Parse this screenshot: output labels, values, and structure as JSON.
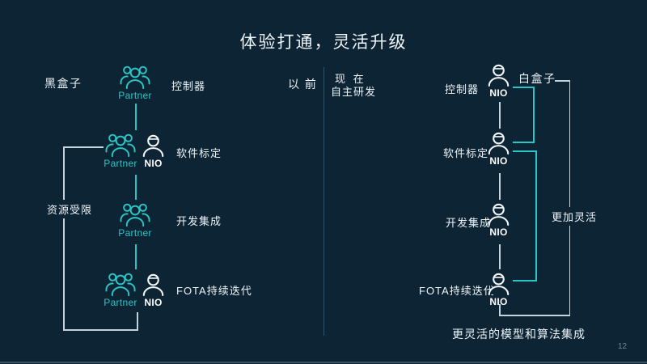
{
  "title": "体验打通，灵活升级",
  "page_number": "12",
  "colors": {
    "background": "#0d2434",
    "teal": "#2cc5c5",
    "white": "#eef4f7",
    "bracket": "#c6d2da",
    "divider": "#31536a",
    "muted": "#6e8798"
  },
  "left": {
    "era_label": "以 前",
    "box_label": "黑盒子",
    "constraint_label": "资源受限",
    "partner_caption": "Partner",
    "nio_caption": "NIO",
    "rows": [
      {
        "label": "控制器"
      },
      {
        "label": "软件标定"
      },
      {
        "label": "开发集成"
      },
      {
        "label": "FOTA持续迭代"
      }
    ]
  },
  "right": {
    "era_label": "现 在",
    "era_sublabel": "自主研发",
    "box_label": "白盒子",
    "flexibility_label": "更加灵活",
    "bottom_note": "更灵活的模型和算法集成",
    "nio_caption": "NIO",
    "rows": [
      {
        "label": "控制器"
      },
      {
        "label": "软件标定"
      },
      {
        "label": "开发集成"
      },
      {
        "label": "FOTA持续迭代"
      }
    ]
  }
}
